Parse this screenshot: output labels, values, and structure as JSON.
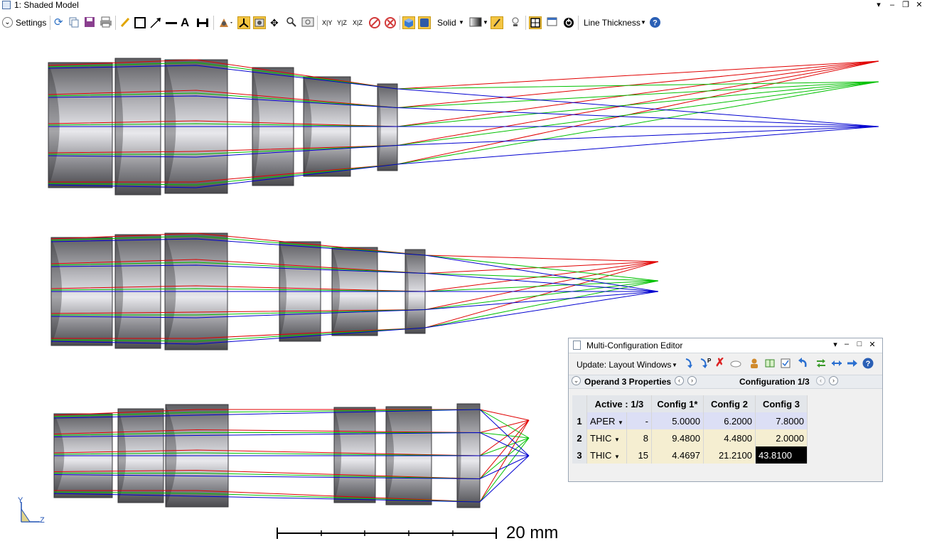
{
  "window": {
    "title": "1: Shaded Model"
  },
  "toolbar": {
    "settings_label": "Settings",
    "render_mode": "Solid",
    "line_thickness_label": "Line Thickness",
    "axis_buttons": [
      "X|Y",
      "Y|Z",
      "X|Z"
    ]
  },
  "scale_bar": {
    "label": "20 mm"
  },
  "axes_triad": {
    "y_label": "Y",
    "z_label": "Z"
  },
  "mce": {
    "title": "Multi-Configuration Editor",
    "update_label": "Update: Layout Windows",
    "operand_props": "Operand 3 Properties",
    "configuration": "Configuration 1/3",
    "columns": [
      "Active : 1/3",
      "Config 1*",
      "Config 2",
      "Config 3"
    ],
    "rows": [
      {
        "num": "1",
        "op": "APER",
        "param": "-",
        "c1": "5.0000",
        "c2": "6.2000",
        "c3": "7.8000"
      },
      {
        "num": "2",
        "op": "THIC",
        "param": "8",
        "c1": "9.4800",
        "c2": "4.4800",
        "c3": "2.0000"
      },
      {
        "num": "3",
        "op": "THIC",
        "param": "15",
        "c1": "4.4697",
        "c2": "21.2100",
        "c3": "43.8100"
      }
    ]
  },
  "colors": {
    "ray_red": "#e00000",
    "ray_green": "#00c000",
    "ray_blue": "#0000d0",
    "lens_gray": "#8a8a8e",
    "accent": "#f4c542"
  }
}
